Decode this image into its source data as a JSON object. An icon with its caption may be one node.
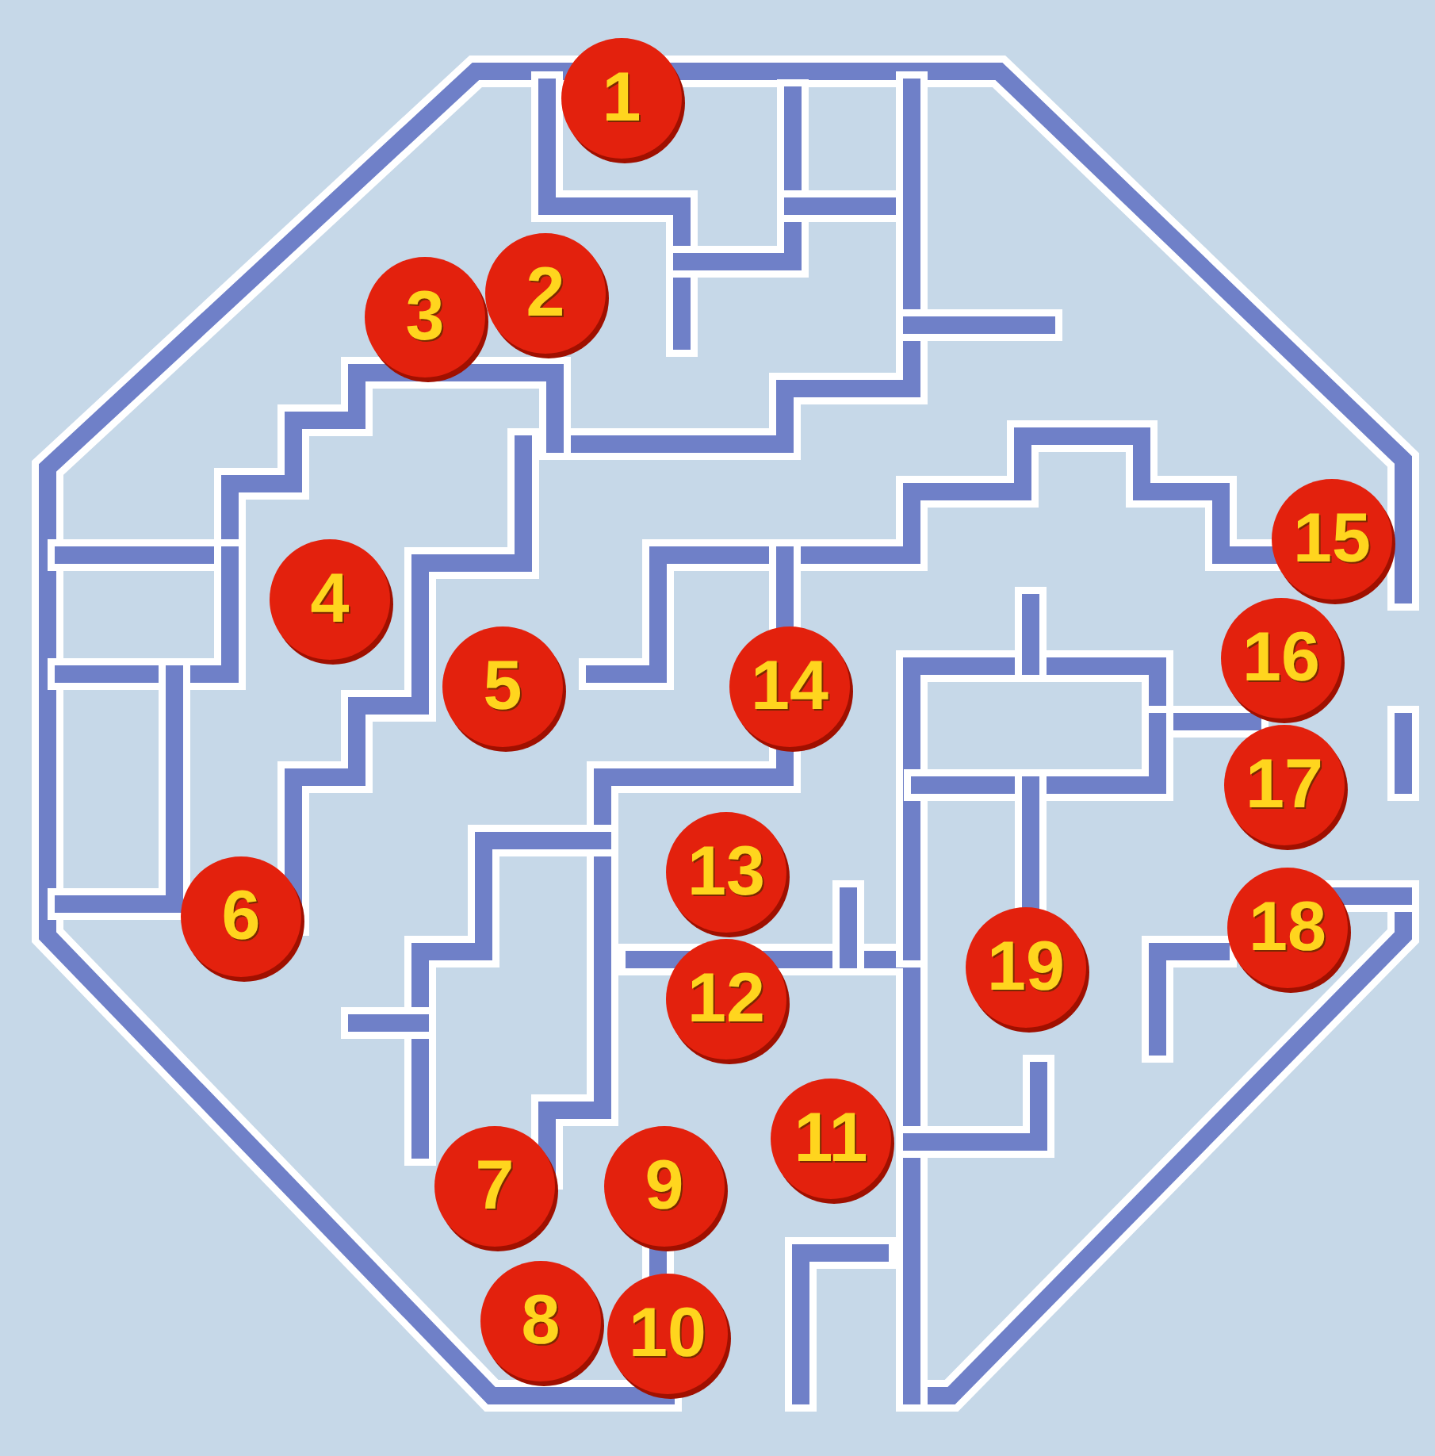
{
  "diagram": {
    "nodes": [
      {
        "text": [
          "1"
        ]
      },
      {
        "text": [
          "2"
        ]
      },
      {
        "text": [
          "3"
        ]
      },
      {
        "text": [
          "4"
        ]
      },
      {
        "text": [
          "5"
        ]
      },
      {
        "text": [
          "6"
        ]
      },
      {
        "text": [
          "7"
        ]
      },
      {
        "text": [
          "8"
        ]
      },
      {
        "text": [
          "9"
        ]
      },
      {
        "text": [
          "10"
        ]
      },
      {
        "text": [
          "11"
        ]
      },
      {
        "text": [
          "12"
        ]
      },
      {
        "text": [
          "13"
        ]
      },
      {
        "text": [
          "14"
        ]
      },
      {
        "text": [
          "15"
        ]
      },
      {
        "text": [
          "16"
        ]
      },
      {
        "text": [
          "17"
        ]
      },
      {
        "text": [
          "18"
        ]
      },
      {
        "text": [
          "19"
        ]
      }
    ]
  }
}
